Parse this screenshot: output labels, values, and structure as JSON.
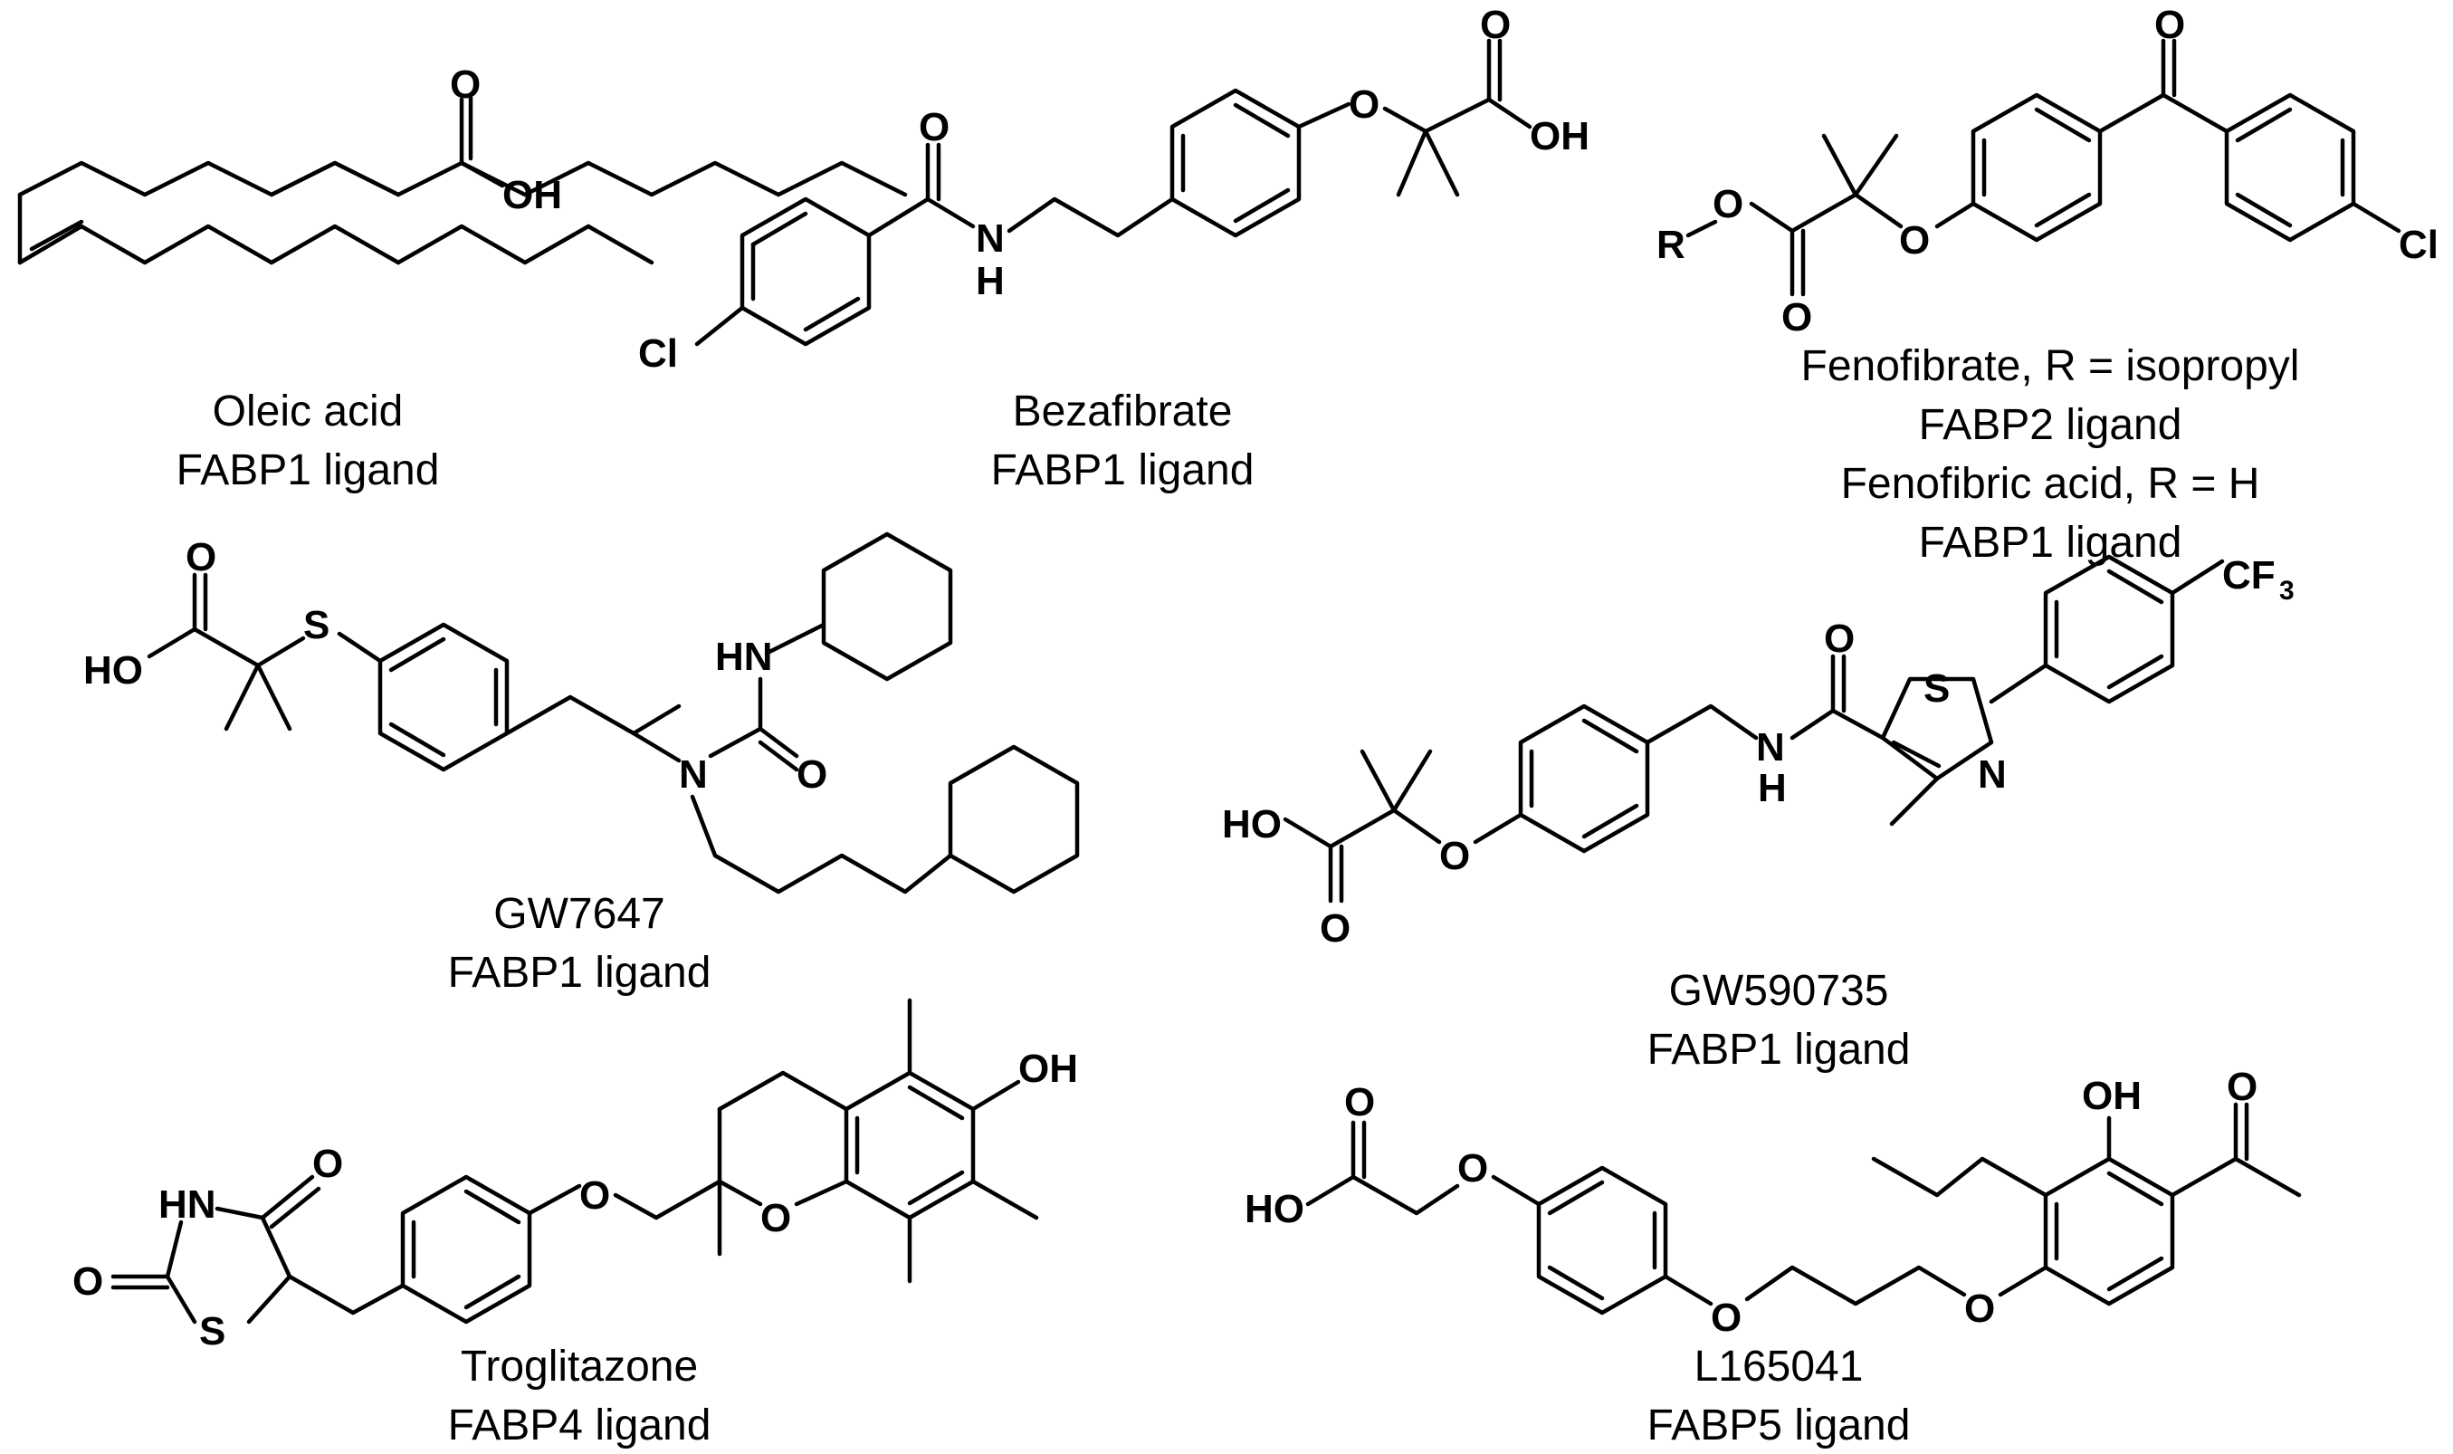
{
  "compounds": [
    {
      "id": "oleic",
      "name": "Oleic acid",
      "ligand": "FABP1 ligand"
    },
    {
      "id": "beza",
      "name": "Bezafibrate",
      "ligand": "FABP1 ligand"
    },
    {
      "id": "feno",
      "lines": [
        "Fenofibrate, R = isopropyl",
        "FABP2 ligand",
        "Fenofibric acid, R = H",
        "FABP1 ligand"
      ]
    },
    {
      "id": "gw7647",
      "name": "GW7647",
      "ligand": "FABP1 ligand"
    },
    {
      "id": "gw590",
      "name": "GW590735",
      "ligand": "FABP1 ligand"
    },
    {
      "id": "trog",
      "name": "Troglitazone",
      "ligand": "FABP4 ligand"
    },
    {
      "id": "l165",
      "name": "L165041",
      "ligand": "FABP5 ligand"
    }
  ],
  "atom_labels": {
    "O": "O",
    "OH": "OH",
    "HO": "HO",
    "H": "H",
    "N": "N",
    "NH": "NH",
    "HN": "HN",
    "S": "S",
    "Cl": "Cl",
    "R": "R",
    "CF": "CF",
    "three": "3"
  }
}
